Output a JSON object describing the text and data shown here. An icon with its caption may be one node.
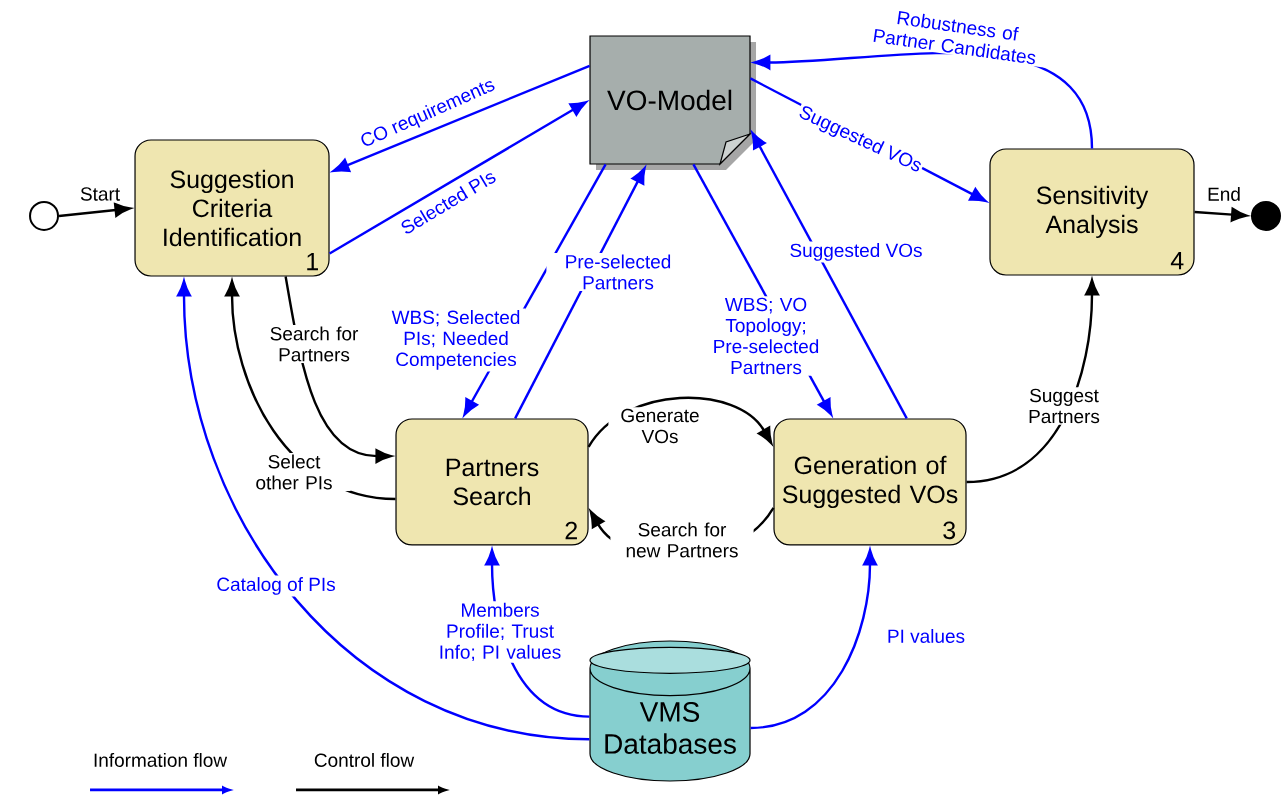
{
  "diagram": {
    "nodes": [
      {
        "text": [],
        "shape": "circle"
      },
      {
        "text": [
          "Suggestion Criteria Identification",
          "1"
        ]
      },
      {
        "text": [
          "VO-Model"
        ]
      },
      {
        "text": [
          "Sensitivity Analysis",
          "4"
        ]
      },
      {
        "text": [],
        "shape": "circle"
      },
      {
        "text": [
          "Partners Search",
          "2"
        ]
      },
      {
        "text": [
          "Generation of Suggested VOs",
          "3"
        ]
      },
      {
        "text": [
          "VMS Databases"
        ]
      }
    ],
    "edges": [
      {
        "from": 0,
        "to": 1,
        "arrow": "to",
        "label": "Start",
        "color": "#000000"
      },
      {
        "from": 2,
        "to": 1,
        "arrow": "to",
        "label": "CO requirements"
      },
      {
        "from": 1,
        "to": 2,
        "arrow": "to",
        "label": "Selected PIs"
      },
      {
        "from": 2,
        "to": 3,
        "arrow": "to",
        "label": "Suggested VOs"
      },
      {
        "from": 3,
        "to": 2,
        "arrow": "to",
        "label": "Robustness of Partner Candidates"
      },
      {
        "from": 3,
        "to": 4,
        "arrow": "to",
        "label": "End",
        "color": "#000000"
      },
      {
        "from": 1,
        "to": 5,
        "arrow": "to",
        "label": "Search for Partners",
        "color": "#000000"
      },
      {
        "from": 5,
        "to": 1,
        "arrow": "to",
        "label": "Select other PIs",
        "color": "#000000"
      },
      {
        "from": 2,
        "to": 5,
        "arrow": "to",
        "label": "WBS; Selected PIs; Needed Competencies"
      },
      {
        "from": 5,
        "to": 2,
        "arrow": "to",
        "label": "Pre-selected Partners"
      },
      {
        "from": 2,
        "to": 6,
        "arrow": "to",
        "label": "WBS; VO Topology; Pre-selected Partners"
      },
      {
        "from": 6,
        "to": 2,
        "arrow": "to",
        "label": "Suggested VOs"
      },
      {
        "from": 5,
        "to": 6,
        "arrow": "to",
        "label": "Generate VOs",
        "color": "#000000"
      },
      {
        "from": 6,
        "to": 5,
        "arrow": "to",
        "label": "Search for new Partners",
        "color": "#000000"
      },
      {
        "from": 6,
        "to": 3,
        "arrow": "to",
        "label": "Suggest Partners",
        "color": "#000000"
      },
      {
        "from": 7,
        "to": 1,
        "arrow": "to",
        "label": "Catalog of PIs"
      },
      {
        "from": 7,
        "to": 5,
        "arrow": "to",
        "label": "Members Profile; Trust Info; PI values"
      },
      {
        "from": 7,
        "to": 6,
        "arrow": "to",
        "label": "PI values"
      }
    ],
    "legend": [
      {
        "text": "Information flow"
      },
      {
        "text": "Control flow"
      }
    ]
  }
}
